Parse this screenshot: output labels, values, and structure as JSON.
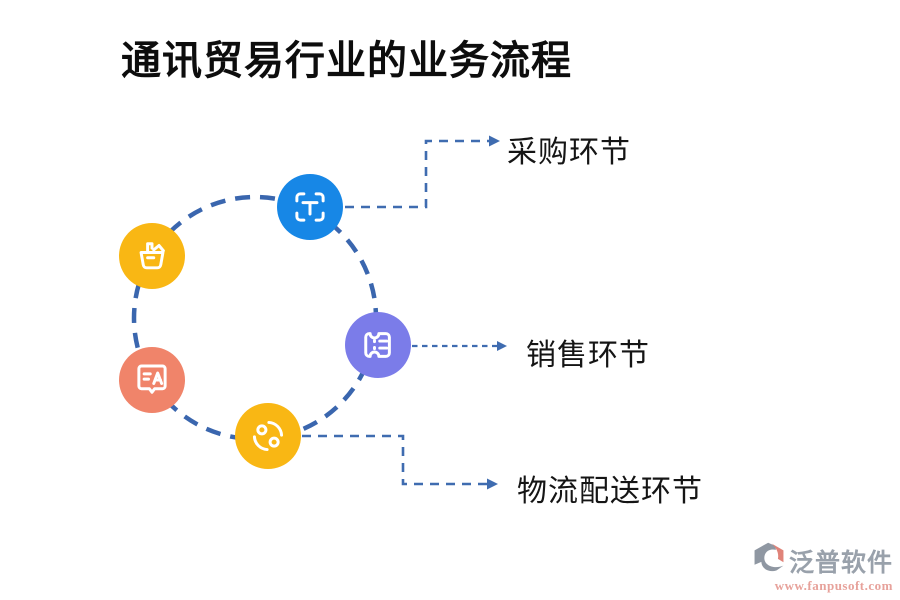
{
  "title": "通讯贸易行业的业务流程",
  "diagram": {
    "circle_color": "#3a66ae",
    "connector_color": "#3f6cb0",
    "nodes": [
      {
        "name": "text-scan",
        "color": "#1787e6"
      },
      {
        "name": "shopping-basket",
        "color": "#f9b714"
      },
      {
        "name": "chat-translate",
        "color": "#f0846a"
      },
      {
        "name": "ticket-list",
        "color": "#7b7ce9"
      },
      {
        "name": "sync-cycle",
        "color": "#f9b714"
      }
    ],
    "labels": [
      {
        "text": "采购环节"
      },
      {
        "text": "销售环节"
      },
      {
        "text": "物流配送环节"
      }
    ]
  },
  "watermark": {
    "brand": "泛普软件",
    "url_text": "www.fanpusoft.com",
    "brand_color": "#99a1ab",
    "url_color": "#e7a29b"
  }
}
